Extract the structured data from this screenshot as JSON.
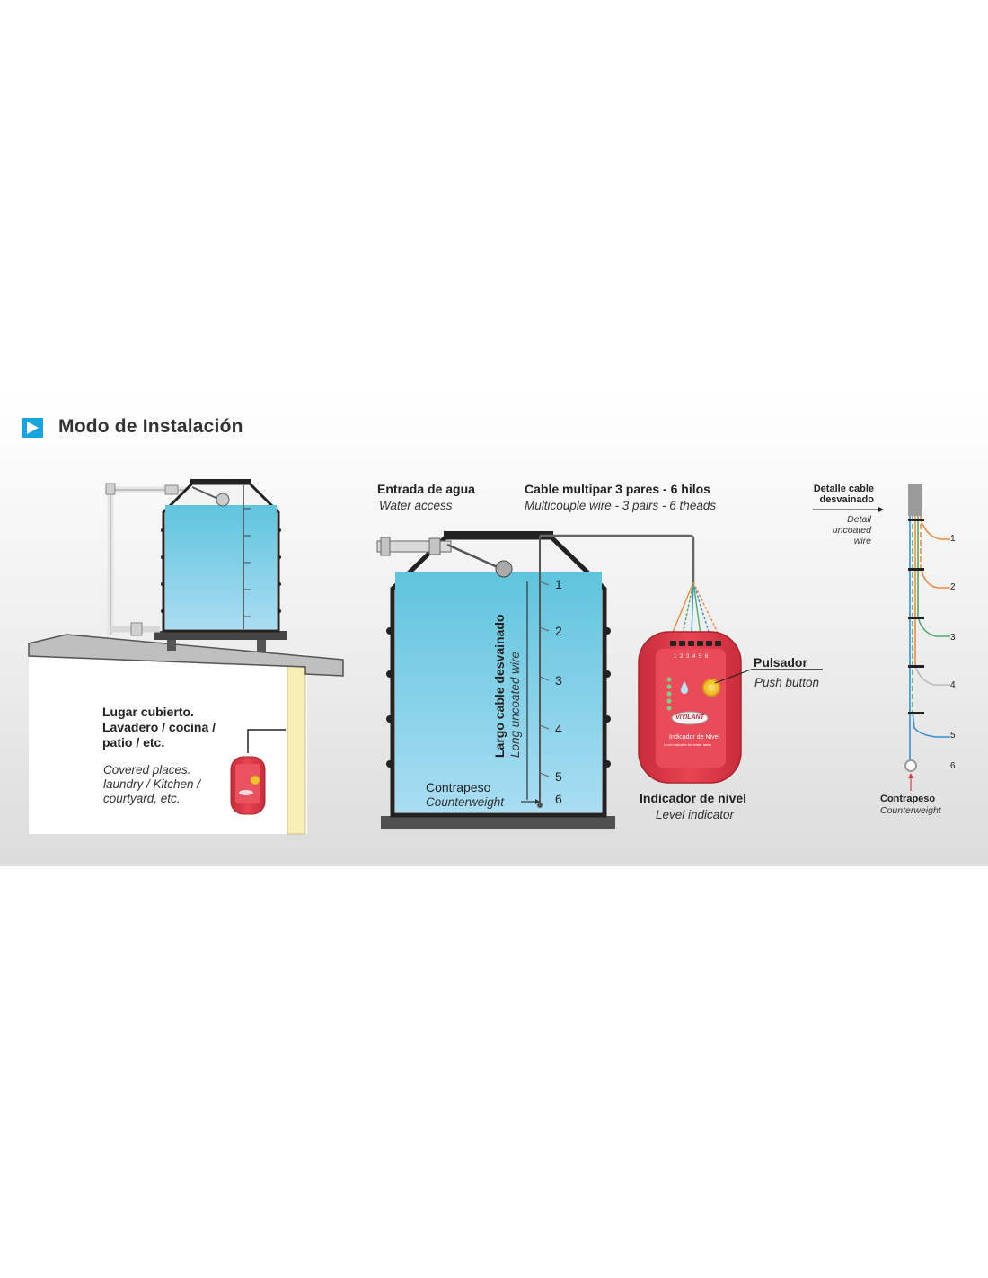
{
  "heading": {
    "title": "Modo de Instalación"
  },
  "left_scene": {
    "place_es": [
      "Lugar cubierto.",
      "Lavadero / cocina /",
      "patio / etc."
    ],
    "place_en": [
      "Covered places.",
      "laundry / Kitchen /",
      "courtyard, etc."
    ]
  },
  "center_scene": {
    "water_access_es": "Entrada de agua",
    "water_access_en": "Water access",
    "cable_es": "Cable multipar 3 pares - 6 hilos",
    "cable_en": "Multicouple wire - 3 pairs - 6 theads",
    "long_cable_es": "Largo cable desvainado",
    "long_cable_en": "Long uncoated wire",
    "levels": [
      "1",
      "2",
      "3",
      "4",
      "5",
      "6"
    ],
    "counterweight_es": "Contrapeso",
    "counterweight_en": "Counterweight",
    "pushbutton_es": "Pulsador",
    "pushbutton_en": "Push button",
    "indicator_es": "Indicador de nivel",
    "indicator_en": "Level indicator",
    "device": {
      "brand": "VIYILANT",
      "name": "Indicador de Nivel",
      "subtitle": "Level indicator for water tanks",
      "led_numbers": "1 2 3 4 5 6"
    }
  },
  "detail_scene": {
    "detail_es": [
      "Detalle cable",
      "desvainado"
    ],
    "detail_en": [
      "Detail",
      "uncoated",
      "wire"
    ],
    "wire_numbers": [
      "1",
      "2",
      "3",
      "4",
      "5",
      "6"
    ],
    "counterweight_es": "Contrapeso",
    "counterweight_en": "Counterweight"
  },
  "colors": {
    "accent": "#1aa3dc",
    "water_top": "#5fc4dd",
    "water_bottom": "#a9ddf3",
    "device_red": "#e23a48",
    "wall_yellow": "#f6eeb4",
    "wire_orange": "#f08a3c",
    "wire_green": "#4cae6a",
    "wire_blue": "#3a8fd0"
  }
}
